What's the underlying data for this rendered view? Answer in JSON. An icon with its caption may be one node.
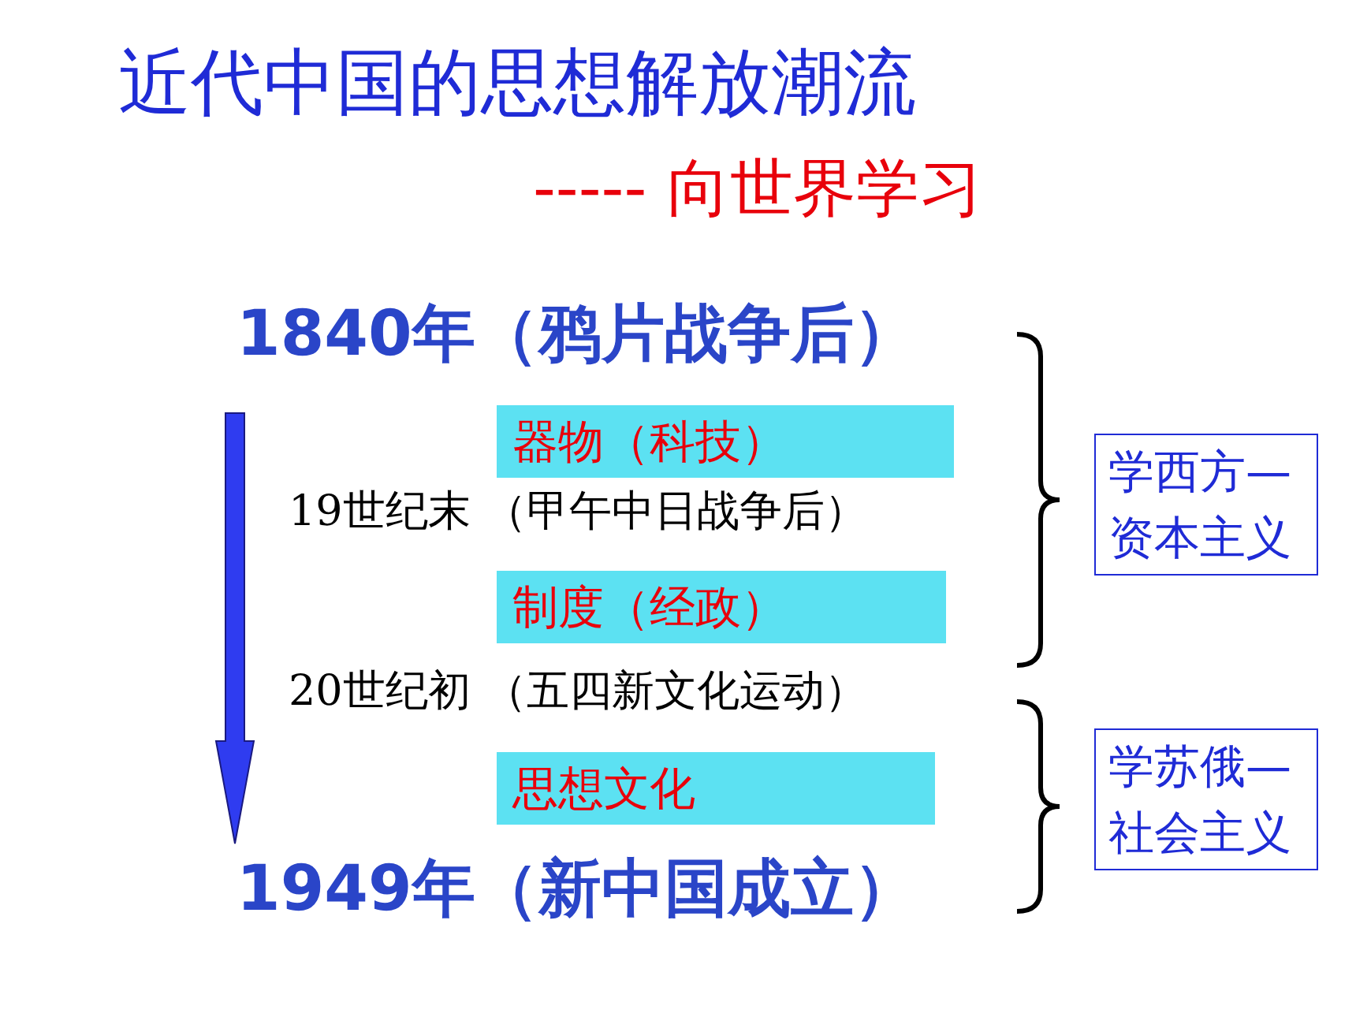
{
  "diagram": {
    "title": "近代中国的思想解放潮流",
    "nodes": [
      {
        "text": [
          "器物（科技）"
        ]
      },
      {
        "text": [
          "制度（经政）"
        ]
      },
      {
        "text": [
          "思想文化"
        ]
      },
      {
        "text": [
          "学西方—资本主义"
        ]
      },
      {
        "text": [
          "学苏俄—社会主义"
        ]
      }
    ],
    "labels": [
      "----- 向世界学习",
      "1840年（鸦片战争后）",
      "19世纪末 （甲午中日战争后）",
      "20世纪初 （五四新文化运动）",
      "1949年（新中国成立）"
    ]
  }
}
